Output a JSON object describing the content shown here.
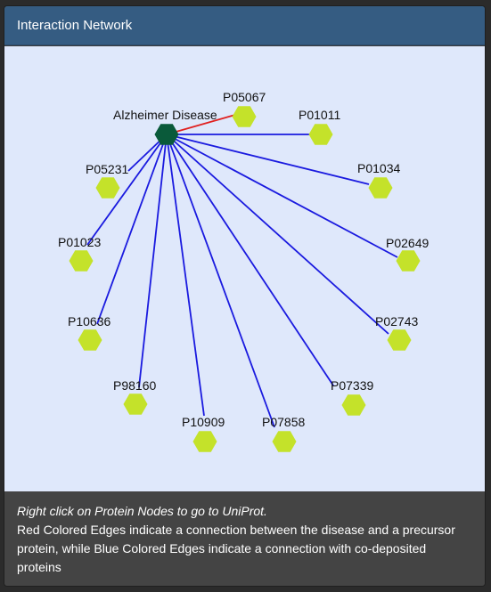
{
  "panel": {
    "title": "Interaction Network"
  },
  "network": {
    "center": {
      "label": "Alzheimer Disease",
      "color": "#0a5a3a"
    },
    "protein_color": "#c4e22a",
    "edge_colors": {
      "precursor": "#e02020",
      "co_deposited": "#1a1adf"
    },
    "nodes": [
      {
        "id": "P05067",
        "edge": "precursor"
      },
      {
        "id": "P01011",
        "edge": "co_deposited"
      },
      {
        "id": "P01034",
        "edge": "co_deposited"
      },
      {
        "id": "P02649",
        "edge": "co_deposited"
      },
      {
        "id": "P02743",
        "edge": "co_deposited"
      },
      {
        "id": "P07339",
        "edge": "co_deposited"
      },
      {
        "id": "P07858",
        "edge": "co_deposited"
      },
      {
        "id": "P10909",
        "edge": "co_deposited"
      },
      {
        "id": "P98160",
        "edge": "co_deposited"
      },
      {
        "id": "P10636",
        "edge": "co_deposited"
      },
      {
        "id": "P01023",
        "edge": "co_deposited"
      },
      {
        "id": "P05231",
        "edge": "co_deposited"
      }
    ]
  },
  "footer": {
    "hint": "Right click on Protein Nodes to go to UniProt.",
    "description": "Red Colored Edges indicate a connection between the disease and a precursor protein, while Blue Colored Edges indicate a connection with co-deposited proteins"
  }
}
